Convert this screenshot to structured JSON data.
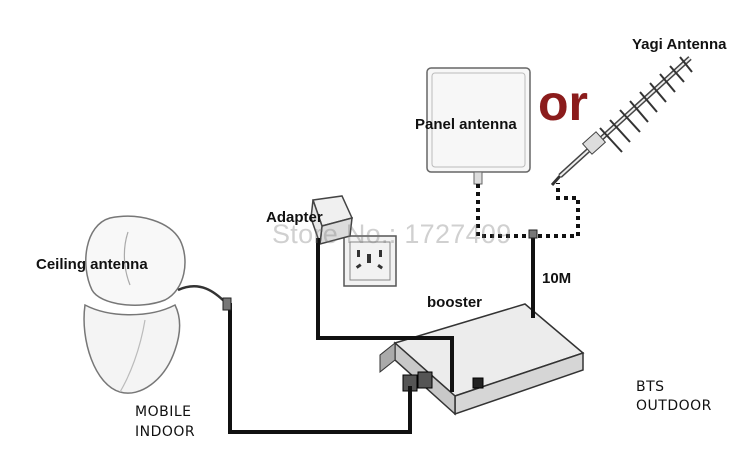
{
  "labels": {
    "yagi_antenna": "Yagi Antenna",
    "or": "or",
    "panel_antenna": "Panel antenna",
    "adapter": "Adapter",
    "ceiling_antenna": "Ceiling antenna",
    "booster": "booster",
    "cable_length": "10M",
    "mobile_indoor_line1": "MOBILE",
    "mobile_indoor_line2": "INDOOR",
    "bts_outdoor_line1": "BTS",
    "bts_outdoor_line2": "OUTDOOR"
  },
  "watermark": "Store No.: 1727409",
  "colors": {
    "or_text": "#8b1c1c",
    "cable": "#111111",
    "watermark": "#8c8c8c"
  }
}
